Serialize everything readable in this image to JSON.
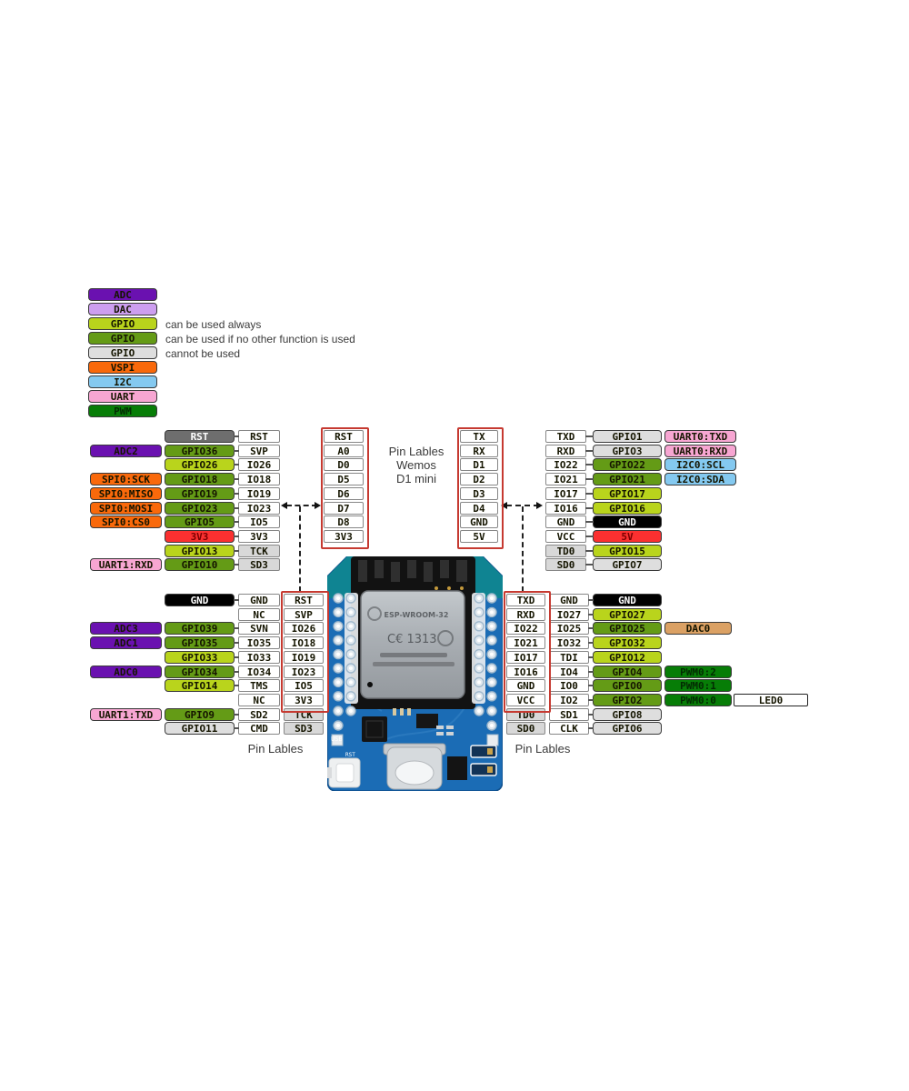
{
  "colors": {
    "adc": "#6a11b0",
    "dac": "#cd9ef0",
    "gpio_always": "#b9d41c",
    "gpio_shared": "#649b16",
    "gpio_unusable": "#dedede",
    "vspi": "#f9690b",
    "i2c": "#84c9f0",
    "uart": "#f7a6d2",
    "pwm": "#077d07",
    "power": "#fb3030",
    "ground": "#000000",
    "reset": "#6e6e6e",
    "dac_tag": "#dba164",
    "pin": "#ffffff",
    "pin_gray": "#d8d8d8",
    "led": "#ffffff",
    "red_outline": "#c63a31",
    "board_blue": "#1b6cb5",
    "board_teal": "#0f8492"
  },
  "legend": {
    "items": [
      {
        "label": "ADC",
        "type": "adc",
        "note": ""
      },
      {
        "label": "DAC",
        "type": "dac",
        "note": ""
      },
      {
        "label": "GPIO",
        "type": "gpio_always",
        "note": "can be used always"
      },
      {
        "label": "GPIO",
        "type": "gpio_shared",
        "note": "can be used if no other function is used"
      },
      {
        "label": "GPIO",
        "type": "gpio_unusable",
        "note": "cannot be used"
      },
      {
        "label": "VSPI",
        "type": "vspi",
        "note": ""
      },
      {
        "label": "I2C",
        "type": "i2c",
        "note": ""
      },
      {
        "label": "UART",
        "type": "uart",
        "note": ""
      },
      {
        "label": "PWM",
        "type": "pwm",
        "note": ""
      }
    ]
  },
  "center_caption": {
    "line1": "Pin Lables",
    "line2": "Wemos",
    "line3": "D1 mini"
  },
  "bottom_captions": {
    "left": "Pin Lables",
    "right": "Pin Lables"
  },
  "board": {
    "module_text": "ESP-WROOM-32",
    "ce_text": "C€ 1313",
    "usb_text": "USB",
    "rst_text": "RST"
  },
  "sections": {
    "top_left": {
      "cols": {
        "tags": [
          null,
          {
            "label": "ADC2",
            "type": "adc"
          },
          null,
          {
            "label": "SPI0:SCK",
            "type": "vspi"
          },
          {
            "label": "SPI0:MISO",
            "type": "vspi"
          },
          {
            "label": "SPI0:MOSI",
            "type": "vspi"
          },
          {
            "label": "SPI0:CS0",
            "type": "vspi"
          },
          null,
          null,
          {
            "label": "UART1:RXD",
            "type": "uart"
          }
        ],
        "gpio": [
          {
            "label": "RST",
            "type": "reset"
          },
          {
            "label": "GPIO36",
            "type": "gpio_shared"
          },
          {
            "label": "GPIO26",
            "type": "gpio_always"
          },
          {
            "label": "GPIO18",
            "type": "gpio_shared"
          },
          {
            "label": "GPIO19",
            "type": "gpio_shared"
          },
          {
            "label": "GPIO23",
            "type": "gpio_shared"
          },
          {
            "label": "GPIO5",
            "type": "gpio_shared"
          },
          {
            "label": "3V3",
            "type": "power"
          },
          {
            "label": "GPIO13",
            "type": "gpio_always"
          },
          {
            "label": "GPIO10",
            "type": "gpio_shared"
          }
        ],
        "pin": [
          {
            "label": "RST",
            "type": "pin"
          },
          {
            "label": "SVP",
            "type": "pin"
          },
          {
            "label": "IO26",
            "type": "pin"
          },
          {
            "label": "IO18",
            "type": "pin"
          },
          {
            "label": "IO19",
            "type": "pin"
          },
          {
            "label": "IO23",
            "type": "pin"
          },
          {
            "label": "IO5",
            "type": "pin"
          },
          {
            "label": "3V3",
            "type": "pin"
          },
          {
            "label": "TCK",
            "type": "pin_gray"
          },
          {
            "label": "SD3",
            "type": "pin_gray"
          }
        ]
      }
    },
    "top_center_left": {
      "cols": {
        "pin": [
          {
            "label": "RST",
            "type": "pin"
          },
          {
            "label": "A0",
            "type": "pin"
          },
          {
            "label": "D0",
            "type": "pin"
          },
          {
            "label": "D5",
            "type": "pin"
          },
          {
            "label": "D6",
            "type": "pin"
          },
          {
            "label": "D7",
            "type": "pin"
          },
          {
            "label": "D8",
            "type": "pin"
          },
          {
            "label": "3V3",
            "type": "pin"
          }
        ]
      }
    },
    "top_center_right": {
      "cols": {
        "pin": [
          {
            "label": "TX",
            "type": "pin"
          },
          {
            "label": "RX",
            "type": "pin"
          },
          {
            "label": "D1",
            "type": "pin"
          },
          {
            "label": "D2",
            "type": "pin"
          },
          {
            "label": "D3",
            "type": "pin"
          },
          {
            "label": "D4",
            "type": "pin"
          },
          {
            "label": "GND",
            "type": "pin"
          },
          {
            "label": "5V",
            "type": "pin"
          }
        ]
      }
    },
    "top_right": {
      "cols": {
        "pin": [
          {
            "label": "TXD",
            "type": "pin"
          },
          {
            "label": "RXD",
            "type": "pin"
          },
          {
            "label": "IO22",
            "type": "pin"
          },
          {
            "label": "IO21",
            "type": "pin"
          },
          {
            "label": "IO17",
            "type": "pin"
          },
          {
            "label": "IO16",
            "type": "pin"
          },
          {
            "label": "GND",
            "type": "pin"
          },
          {
            "label": "VCC",
            "type": "pin"
          },
          {
            "label": "TD0",
            "type": "pin_gray"
          },
          {
            "label": "SD0",
            "type": "pin_gray"
          }
        ],
        "gpio": [
          {
            "label": "GPIO1",
            "type": "gpio_unusable"
          },
          {
            "label": "GPIO3",
            "type": "gpio_unusable"
          },
          {
            "label": "GPIO22",
            "type": "gpio_shared"
          },
          {
            "label": "GPIO21",
            "type": "gpio_shared"
          },
          {
            "label": "GPIO17",
            "type": "gpio_always"
          },
          {
            "label": "GPIO16",
            "type": "gpio_always"
          },
          {
            "label": "GND",
            "type": "ground"
          },
          {
            "label": "5V",
            "type": "power"
          },
          {
            "label": "GPIO15",
            "type": "gpio_always"
          },
          {
            "label": "GPIO7",
            "type": "gpio_unusable"
          }
        ],
        "tags": [
          {
            "label": "UART0:TXD",
            "type": "uart"
          },
          {
            "label": "UART0:RXD",
            "type": "uart"
          },
          {
            "label": "I2C0:SCL",
            "type": "i2c"
          },
          {
            "label": "I2C0:SDA",
            "type": "i2c"
          },
          null,
          null,
          null,
          null,
          null,
          null
        ]
      }
    },
    "bottom_left": {
      "cols": {
        "tags": [
          null,
          null,
          {
            "label": "ADC3",
            "type": "adc"
          },
          {
            "label": "ADC1",
            "type": "adc"
          },
          null,
          {
            "label": "ADC0",
            "type": "adc"
          },
          null,
          null,
          {
            "label": "UART1:TXD",
            "type": "uart"
          },
          null
        ],
        "gpio": [
          {
            "label": "GND",
            "type": "ground"
          },
          null,
          {
            "label": "GPIO39",
            "type": "gpio_shared"
          },
          {
            "label": "GPIO35",
            "type": "gpio_shared"
          },
          {
            "label": "GPIO33",
            "type": "gpio_always"
          },
          {
            "label": "GPIO34",
            "type": "gpio_shared"
          },
          {
            "label": "GPIO14",
            "type": "gpio_always"
          },
          null,
          {
            "label": "GPIO9",
            "type": "gpio_shared"
          },
          {
            "label": "GPIO11",
            "type": "gpio_unusable"
          }
        ],
        "pin": [
          {
            "label": "GND",
            "type": "pin"
          },
          {
            "label": "NC",
            "type": "pin"
          },
          {
            "label": "SVN",
            "type": "pin"
          },
          {
            "label": "IO35",
            "type": "pin"
          },
          {
            "label": "IO33",
            "type": "pin"
          },
          {
            "label": "IO34",
            "type": "pin"
          },
          {
            "label": "TMS",
            "type": "pin"
          },
          {
            "label": "NC",
            "type": "pin"
          },
          {
            "label": "SD2",
            "type": "pin"
          },
          {
            "label": "CMD",
            "type": "pin"
          }
        ],
        "inner": [
          {
            "label": "RST",
            "type": "pin"
          },
          {
            "label": "SVP",
            "type": "pin"
          },
          {
            "label": "IO26",
            "type": "pin"
          },
          {
            "label": "IO18",
            "type": "pin"
          },
          {
            "label": "IO19",
            "type": "pin"
          },
          {
            "label": "IO23",
            "type": "pin"
          },
          {
            "label": "IO5",
            "type": "pin"
          },
          {
            "label": "3V3",
            "type": "pin"
          },
          {
            "label": "TCK",
            "type": "pin_gray"
          },
          {
            "label": "SD3",
            "type": "pin_gray"
          }
        ]
      }
    },
    "bottom_right": {
      "cols": {
        "inner": [
          {
            "label": "TXD",
            "type": "pin"
          },
          {
            "label": "RXD",
            "type": "pin"
          },
          {
            "label": "IO22",
            "type": "pin"
          },
          {
            "label": "IO21",
            "type": "pin"
          },
          {
            "label": "IO17",
            "type": "pin"
          },
          {
            "label": "IO16",
            "type": "pin"
          },
          {
            "label": "GND",
            "type": "pin"
          },
          {
            "label": "VCC",
            "type": "pin"
          },
          {
            "label": "TD0",
            "type": "pin_gray"
          },
          {
            "label": "SD0",
            "type": "pin_gray"
          }
        ],
        "pin": [
          {
            "label": "GND",
            "type": "pin"
          },
          {
            "label": "IO27",
            "type": "pin"
          },
          {
            "label": "IO25",
            "type": "pin"
          },
          {
            "label": "IO32",
            "type": "pin"
          },
          {
            "label": "TDI",
            "type": "pin"
          },
          {
            "label": "IO4",
            "type": "pin"
          },
          {
            "label": "IO0",
            "type": "pin"
          },
          {
            "label": "IO2",
            "type": "pin"
          },
          {
            "label": "SD1",
            "type": "pin"
          },
          {
            "label": "CLK",
            "type": "pin"
          }
        ],
        "gpio": [
          {
            "label": "GND",
            "type": "ground"
          },
          {
            "label": "GPIO27",
            "type": "gpio_always"
          },
          {
            "label": "GPIO25",
            "type": "gpio_shared"
          },
          {
            "label": "GPIO32",
            "type": "gpio_always"
          },
          {
            "label": "GPIO12",
            "type": "gpio_always"
          },
          {
            "label": "GPIO4",
            "type": "gpio_shared"
          },
          {
            "label": "GPIO0",
            "type": "gpio_shared"
          },
          {
            "label": "GPIO2",
            "type": "gpio_shared"
          },
          {
            "label": "GPIO8",
            "type": "gpio_unusable"
          },
          {
            "label": "GPIO6",
            "type": "gpio_unusable"
          }
        ],
        "tags": [
          null,
          null,
          {
            "label": "DAC0",
            "type": "dac_tag"
          },
          null,
          null,
          {
            "label": "PWM0:2",
            "type": "pwm"
          },
          {
            "label": "PWM0:1",
            "type": "pwm"
          },
          {
            "label": "PWM0:0",
            "type": "pwm"
          },
          null,
          null
        ],
        "led": [
          null,
          null,
          null,
          null,
          null,
          null,
          null,
          {
            "label": "LED0",
            "type": "led"
          },
          null,
          null
        ]
      }
    }
  }
}
